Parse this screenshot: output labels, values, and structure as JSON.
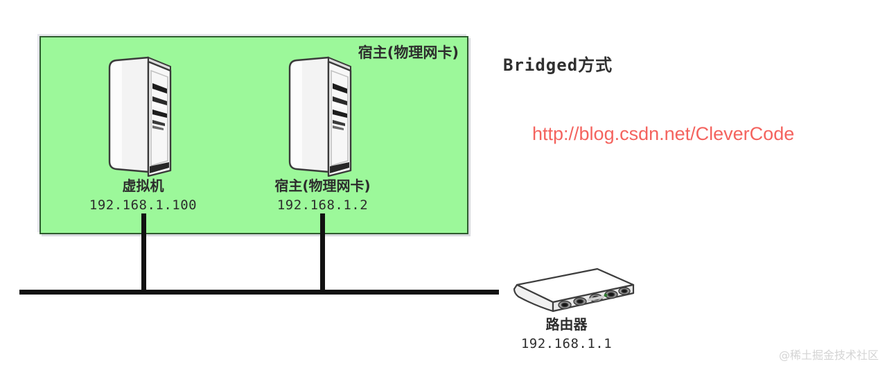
{
  "diagram": {
    "title": "Bridged方式",
    "url_watermark": "http://blog.csdn.net/CleverCode",
    "corner_watermark": "@稀土掘金技术社区",
    "colors": {
      "zone_fill": "#9cf89a",
      "zone_border": "#2e5c2e",
      "wire": "#111111",
      "url_red": "#f4635e",
      "watermark_gray": "#d4d4d4",
      "text": "#2d2d2d"
    }
  },
  "zone": {
    "label": "宿主(物理网卡)"
  },
  "nodes": [
    {
      "id": "virtual-machine",
      "icon": "computer-tower-icon",
      "name": "虚拟机",
      "ip": "192.168.1.100"
    },
    {
      "id": "host-physical-nic",
      "icon": "computer-tower-icon",
      "name": "宿主(物理网卡)",
      "ip": "192.168.1.2"
    },
    {
      "id": "router",
      "icon": "router-icon",
      "name": "路由器",
      "ip": "192.168.1.1"
    }
  ]
}
